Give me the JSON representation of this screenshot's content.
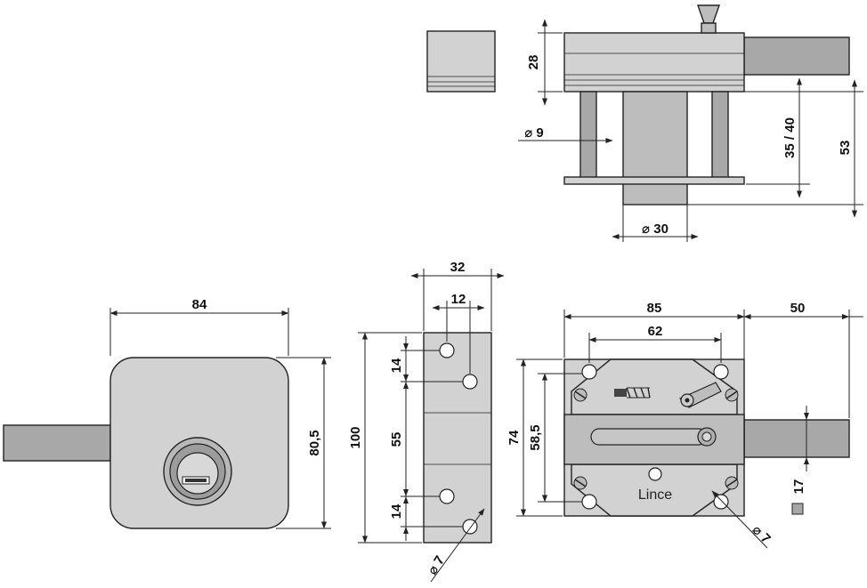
{
  "dimensions": {
    "top_height": "28",
    "pin_diameter": "⌀ 9",
    "body_height": "35 / 40",
    "total_depth": "53",
    "cylinder_diameter": "⌀ 30",
    "front_width": "84",
    "front_height": "80,5",
    "side_height": "100",
    "side_width": "32",
    "side_hole_spacing": "12",
    "side_top_offset": "14",
    "side_middle": "55",
    "side_bottom_offset": "14",
    "side_hole_diameter": "⌀ 7",
    "back_width": "85",
    "bolt_throw": "50",
    "back_hole_spacing": "62",
    "back_height": "74",
    "back_hole_vertical": "58,5",
    "bolt_section": "17",
    "back_hole_diameter": "⌀ 7"
  },
  "brand": "Lince",
  "colors": {
    "part_fill": "#d2d2d2",
    "bolt_fill": "#a8a8a8",
    "line": "#222222"
  }
}
